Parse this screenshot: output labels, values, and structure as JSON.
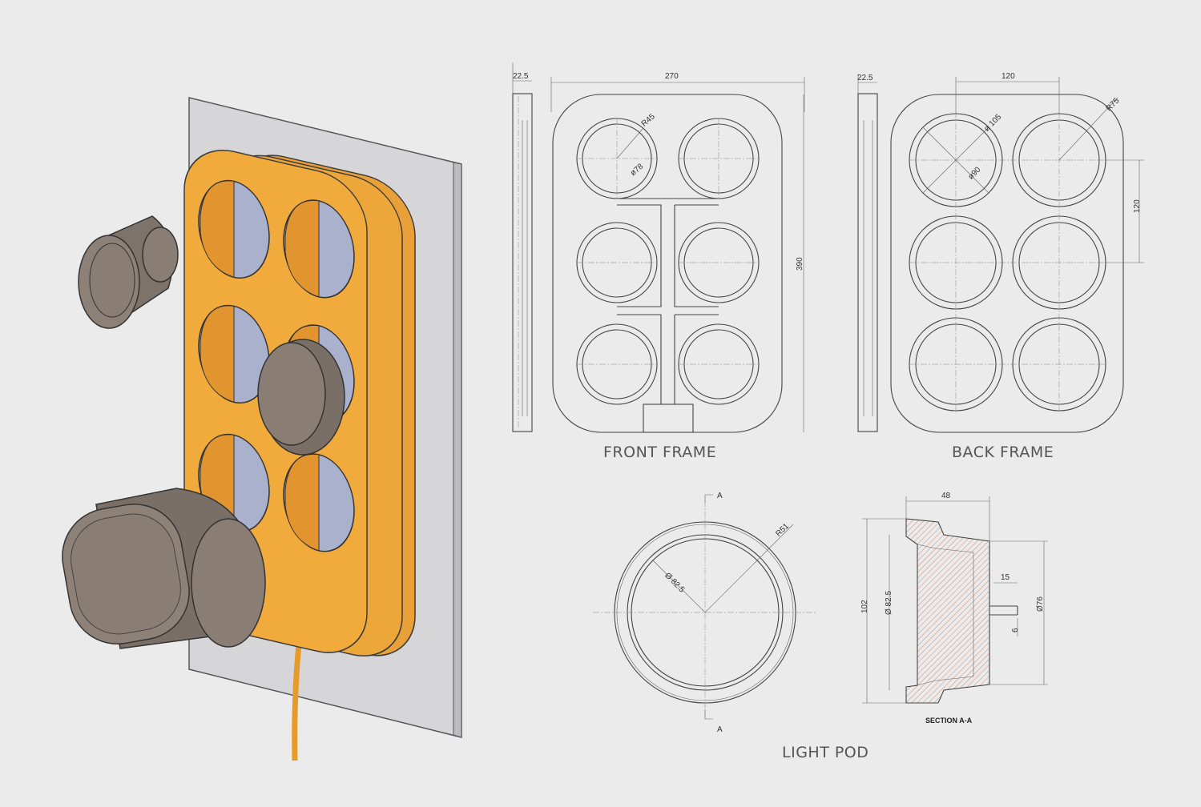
{
  "captions": {
    "front_frame": "FRONT FRAME",
    "back_frame": "BACK FRAME",
    "light_pod": "LIGHT POD",
    "section": "SECTION A-A"
  },
  "dimensions": {
    "front_thickness": "22.5",
    "front_width": "270",
    "front_height": "390",
    "front_corner_radius": "R45",
    "front_hole_diameter": "ø78",
    "back_thickness": "22.5",
    "back_pitch_x": "120",
    "back_pitch_y": "120",
    "back_corner_radius": "R75",
    "back_outer_diameter": "ø 105",
    "back_inner_diameter": "ø90",
    "pod_radius": "R51",
    "pod_diameter": "Ø 82.5",
    "section_mark_top": "A",
    "section_mark_bottom": "A",
    "sec_width": "48",
    "sec_height": "102",
    "sec_inner_diameter": "Ø 82.5",
    "sec_outer_diameter": "Ø76",
    "sec_step": "15",
    "sec_lip": "6"
  },
  "colors": {
    "background": "#ebebeb",
    "frame_orange": "#f0a93c",
    "frame_orange_dark": "#c9842a",
    "pod_taupe": "#8a7e74",
    "panel_grey": "#d4d4d6",
    "line": "#444444"
  }
}
